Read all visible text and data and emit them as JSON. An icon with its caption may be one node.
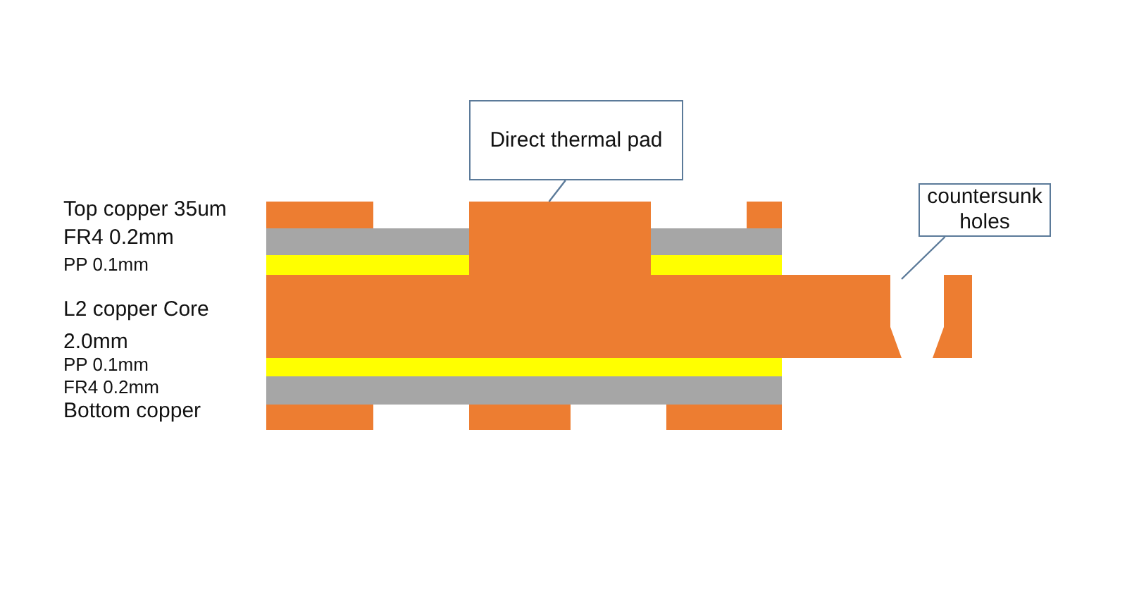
{
  "diagram": {
    "nodes": [
      {
        "text": [
          "Direct thermal pad"
        ]
      },
      {
        "text": [],
        "shape": "box"
      },
      {
        "text": [
          "countersunk holes"
        ]
      }
    ],
    "edges": [
      {
        "from": 0,
        "to": 1,
        "arrow": "none"
      },
      {
        "from": 2,
        "to": null,
        "arrow": "none"
      }
    ],
    "labels": [
      "Top copper 35um",
      "FR4 0.2mm",
      "PP 0.1mm",
      "L2 copper Core 2.0mm",
      "PP 0.1mm",
      "FR4 0.2mm",
      "Bottom copper"
    ]
  }
}
